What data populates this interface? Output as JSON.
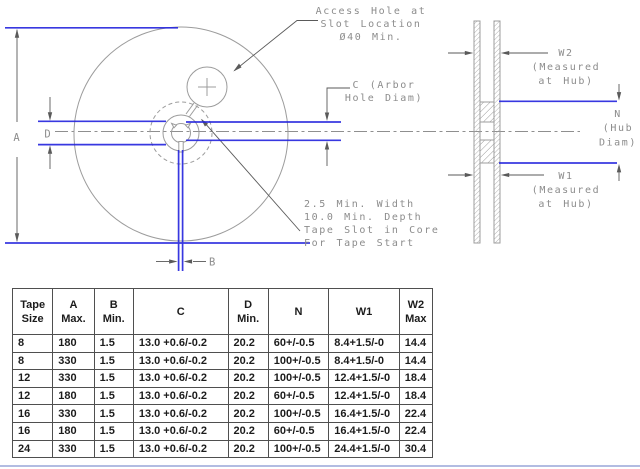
{
  "page": {
    "background": "#ffffff"
  },
  "drawing": {
    "colors": {
      "geometry": "#9c9c9c",
      "dimension": "#5a5a5a",
      "text": "#8c8c8c",
      "highlight": "#2323dd",
      "page_rule": "#b2bce2"
    },
    "labels": {
      "dim_a": "A",
      "dim_b": "B",
      "dim_d": "D",
      "access_hole_line1": "Access Hole at",
      "access_hole_line2": "Slot Location",
      "access_hole_line3": "Ø40 Min.",
      "arbor_line1": "C (Arbor",
      "arbor_line2": "Hole Diam)",
      "tape_slot_line1": "2.5 Min. Width",
      "tape_slot_line2": "10.0 Min. Depth",
      "tape_slot_line3": "Tape Slot in Core",
      "tape_slot_line4": "For Tape Start",
      "w2_line1": "W2",
      "w2_line2": "(Measured",
      "w2_line3": "at Hub)",
      "w1_line1": "W1",
      "w1_line2": "(Measured",
      "w1_line3": "at Hub)",
      "n_line1": "N",
      "n_line2": "(Hub",
      "n_line3": "Diam)"
    }
  },
  "table": {
    "headers": [
      [
        "Tape",
        "Size"
      ],
      [
        "A",
        "Max."
      ],
      [
        "B",
        "Min."
      ],
      [
        "C"
      ],
      [
        "D",
        "Min."
      ],
      [
        "N"
      ],
      [
        "W1"
      ],
      [
        "W2",
        "Max"
      ]
    ],
    "rows": [
      [
        "8",
        "180",
        "1.5",
        "13.0 +0.6/-0.2",
        "20.2",
        "60+/-0.5",
        "8.4+1.5/-0",
        "14.4"
      ],
      [
        "8",
        "330",
        "1.5",
        "13.0 +0.6/-0.2",
        "20.2",
        "100+/-0.5",
        "8.4+1.5/-0",
        "14.4"
      ],
      [
        "12",
        "330",
        "1.5",
        "13.0 +0.6/-0.2",
        "20.2",
        "100+/-0.5",
        "12.4+1.5/-0",
        "18.4"
      ],
      [
        "12",
        "180",
        "1.5",
        "13.0 +0.6/-0.2",
        "20.2",
        "60+/-0.5",
        "12.4+1.5/-0",
        "18.4"
      ],
      [
        "16",
        "330",
        "1.5",
        "13.0 +0.6/-0.2",
        "20.2",
        "100+/-0.5",
        "16.4+1.5/-0",
        "22.4"
      ],
      [
        "16",
        "180",
        "1.5",
        "13.0 +0.6/-0.2",
        "20.2",
        "60+/-0.5",
        "16.4+1.5/-0",
        "22.4"
      ],
      [
        "24",
        "330",
        "1.5",
        "13.0 +0.6/-0.2",
        "20.2",
        "100+/-0.5",
        "24.4+1.5/-0",
        "30.4"
      ]
    ]
  }
}
